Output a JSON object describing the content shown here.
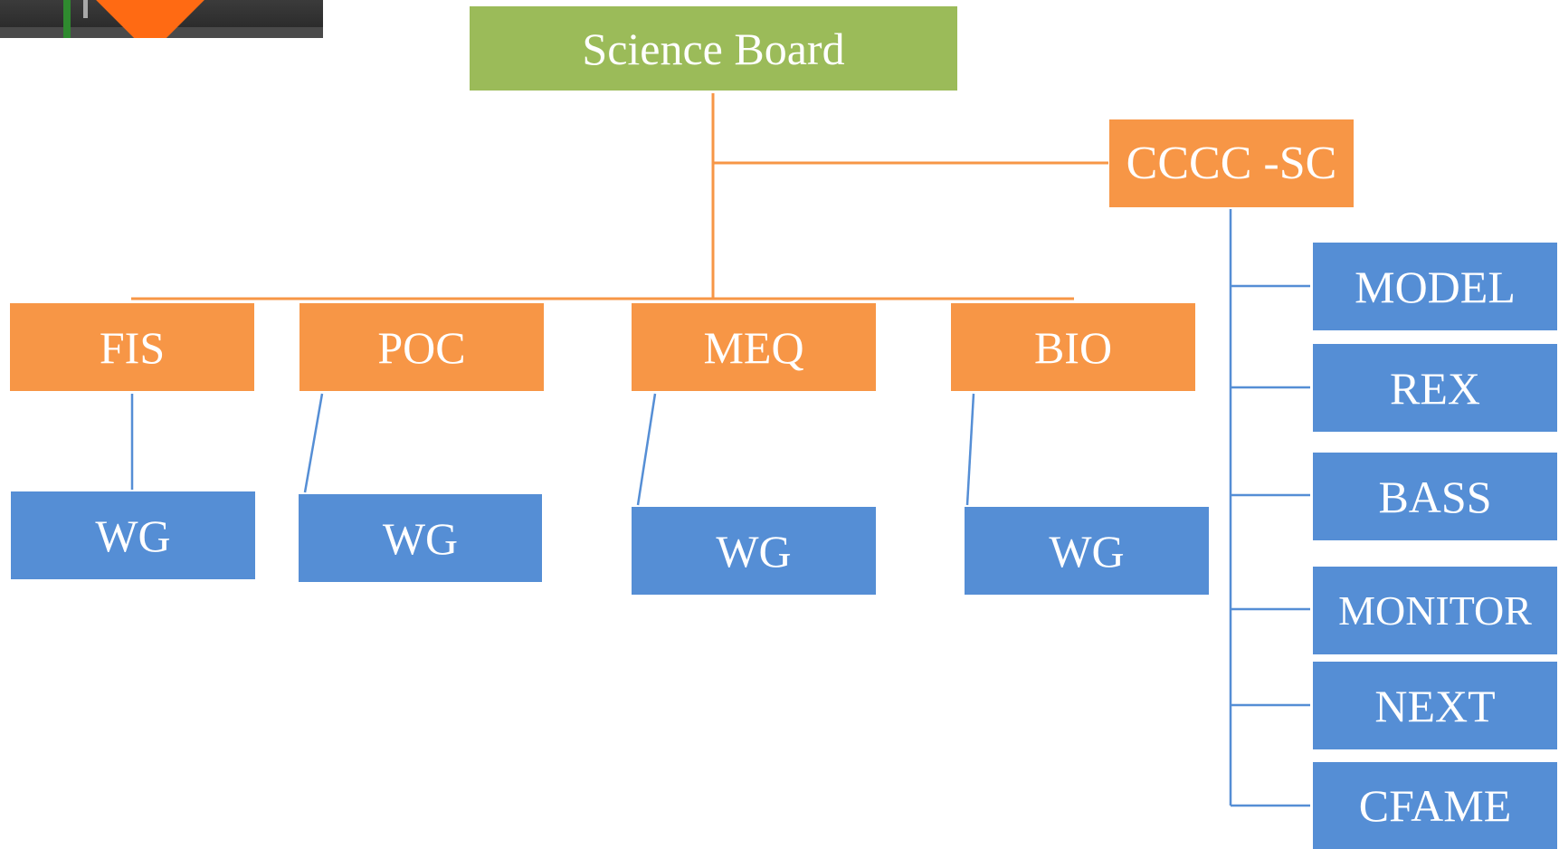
{
  "colors": {
    "board": "#9bbb59",
    "committee": "#f79646",
    "group": "#558ed5",
    "connector_orange": "#f79646",
    "connector_blue": "#558ed5"
  },
  "photo_icon": "road-sign-photo",
  "science_board": {
    "label": "Science Board"
  },
  "steering_committee": {
    "label": "CCCC -SC"
  },
  "panels": [
    {
      "label": "FIS",
      "wg": "WG"
    },
    {
      "label": "POC",
      "wg": "WG"
    },
    {
      "label": "MEQ",
      "wg": "WG"
    },
    {
      "label": "BIO",
      "wg": "WG"
    }
  ],
  "sc_groups": [
    {
      "label": "MODEL"
    },
    {
      "label": "REX"
    },
    {
      "label": "BASS"
    },
    {
      "label": "MONITOR"
    },
    {
      "label": "NEXT"
    },
    {
      "label": "CFAME"
    }
  ]
}
